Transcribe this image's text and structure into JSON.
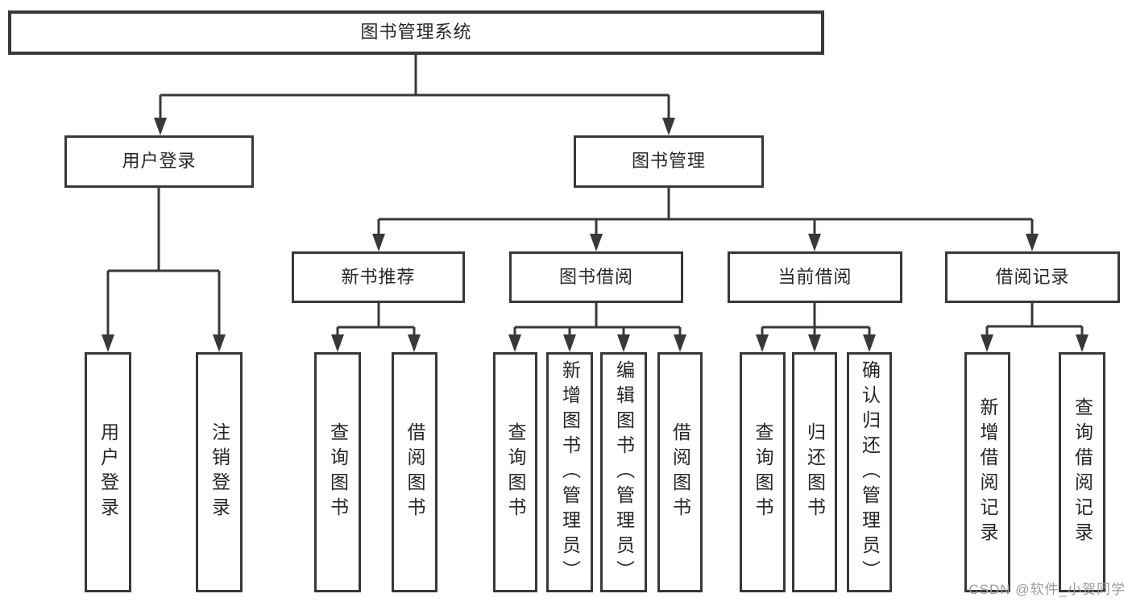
{
  "diagram": {
    "root": {
      "label": "图书管理系统"
    },
    "level2": [
      {
        "label": "用户登录"
      },
      {
        "label": "图书管理"
      }
    ],
    "level3": [
      {
        "label": "新书推荐"
      },
      {
        "label": "图书借阅"
      },
      {
        "label": "当前借阅"
      },
      {
        "label": "借阅记录"
      }
    ],
    "leaves": {
      "user_login": [
        "用户登录",
        "注销登录"
      ],
      "new_book": [
        "查询图书",
        "借阅图书"
      ],
      "book_borrow": [
        "查询图书",
        "新增图书（管理员）",
        "编辑图书（管理员）",
        "借阅图书"
      ],
      "current_borrow": [
        "查询图书",
        "归还图书",
        "确认归还（管理员）"
      ],
      "borrow_records": [
        "新增借阅记录",
        "查询借阅记录"
      ]
    },
    "colors": {
      "line": "#383838",
      "text": "#262626",
      "box_background": "#ffffff",
      "watermark_gray": "#9b9b9b"
    },
    "watermark": "CSDN @软件_小贺同学"
  }
}
